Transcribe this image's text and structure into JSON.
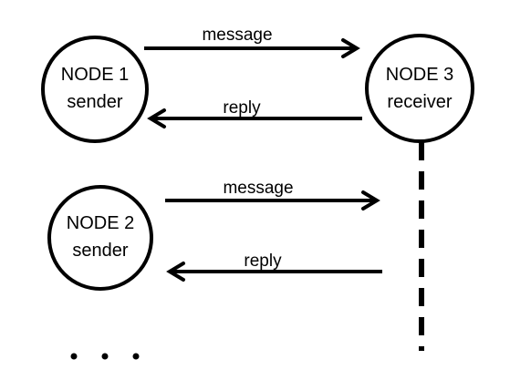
{
  "diagram": {
    "nodes": [
      {
        "id": "node1",
        "title": "NODE 1",
        "role": "sender"
      },
      {
        "id": "node3",
        "title": "NODE 3",
        "role": "receiver"
      },
      {
        "id": "node2",
        "title": "NODE 2",
        "role": "sender"
      }
    ],
    "edges": [
      {
        "from": "node1",
        "to": "node3",
        "label": "message"
      },
      {
        "from": "node3",
        "to": "node1",
        "label": "reply"
      },
      {
        "from": "node2",
        "to": "node3",
        "label": "message"
      },
      {
        "from": "node3",
        "to": "node2",
        "label": "reply"
      }
    ],
    "continuation": "...",
    "colors": {
      "stroke": "#000000",
      "background": "#ffffff"
    }
  }
}
